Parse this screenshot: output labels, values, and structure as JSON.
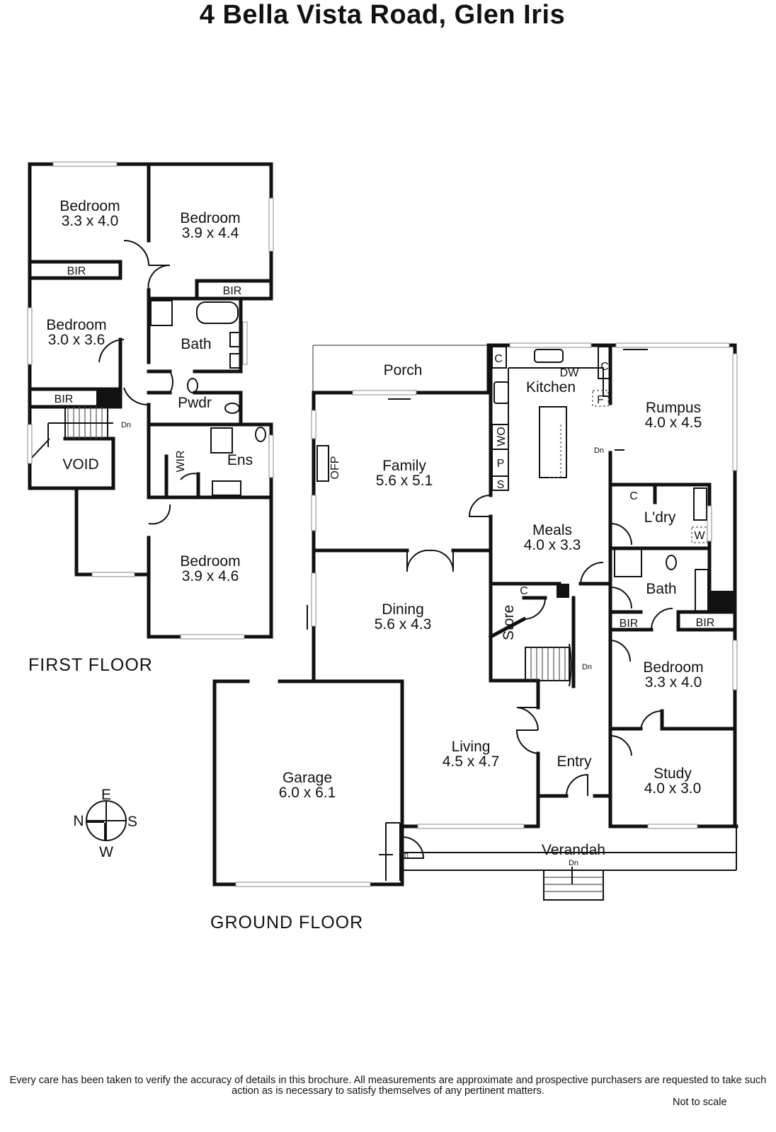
{
  "title": "4 Bella Vista Road, Glen Iris",
  "first_floor": {
    "label": "FIRST FLOOR",
    "rooms": [
      {
        "name": "Bedroom",
        "size": "3.3 x 4.0"
      },
      {
        "name": "Bedroom",
        "size": "3.9 x 4.4"
      },
      {
        "name": "Bedroom",
        "size": "3.0 x 3.6"
      },
      {
        "name": "Bath"
      },
      {
        "name": "Pwdr"
      },
      {
        "name": "Ens"
      },
      {
        "name": "WIR"
      },
      {
        "name": "VOID"
      },
      {
        "name": "Bedroom",
        "size": "3.9 x 4.6"
      }
    ],
    "labels": {
      "bir1": "BIR",
      "bir2": "BIR",
      "bir3": "BIR",
      "dn": "Dn"
    }
  },
  "ground_floor": {
    "label": "GROUND FLOOR",
    "rooms": [
      {
        "name": "Porch"
      },
      {
        "name": "Kitchen"
      },
      {
        "name": "Rumpus",
        "size": "4.0 x 4.5"
      },
      {
        "name": "Family",
        "size": "5.6 x 5.1"
      },
      {
        "name": "Meals",
        "size": "4.0 x 3.3"
      },
      {
        "name": "L'dry"
      },
      {
        "name": "Bath"
      },
      {
        "name": "Dining",
        "size": "5.6 x 4.3"
      },
      {
        "name": "Store"
      },
      {
        "name": "Bedroom",
        "size": "3.3 x 4.0"
      },
      {
        "name": "Garage",
        "size": "6.0 x 6.1"
      },
      {
        "name": "Living",
        "size": "4.5 x 4.7"
      },
      {
        "name": "Entry"
      },
      {
        "name": "Study",
        "size": "4.0 x 3.0"
      },
      {
        "name": "Verandah"
      }
    ],
    "labels": {
      "c1": "C",
      "c2": "C",
      "c3": "C",
      "c4": "C",
      "dw": "DW",
      "f": "F",
      "wo": "WO",
      "p": "P",
      "s": "S",
      "w": "W",
      "ofp": "OFP",
      "bir1": "BIR",
      "bir2": "BIR",
      "dn_rumpus": "Dn",
      "dn_stairs": "Dn",
      "dn_garage": "Dn",
      "dn_verandah": "Dn"
    }
  },
  "compass": {
    "n": "N",
    "e": "E",
    "s": "S",
    "w": "W"
  },
  "disclaimer": "Every care has been taken to verify the accuracy of details in this brochure.  All measurements are approximate and prospective purchasers are requested to take such action as is necessary to satisfy themselves of any pertinent matters.",
  "not_to_scale": "Not to scale"
}
